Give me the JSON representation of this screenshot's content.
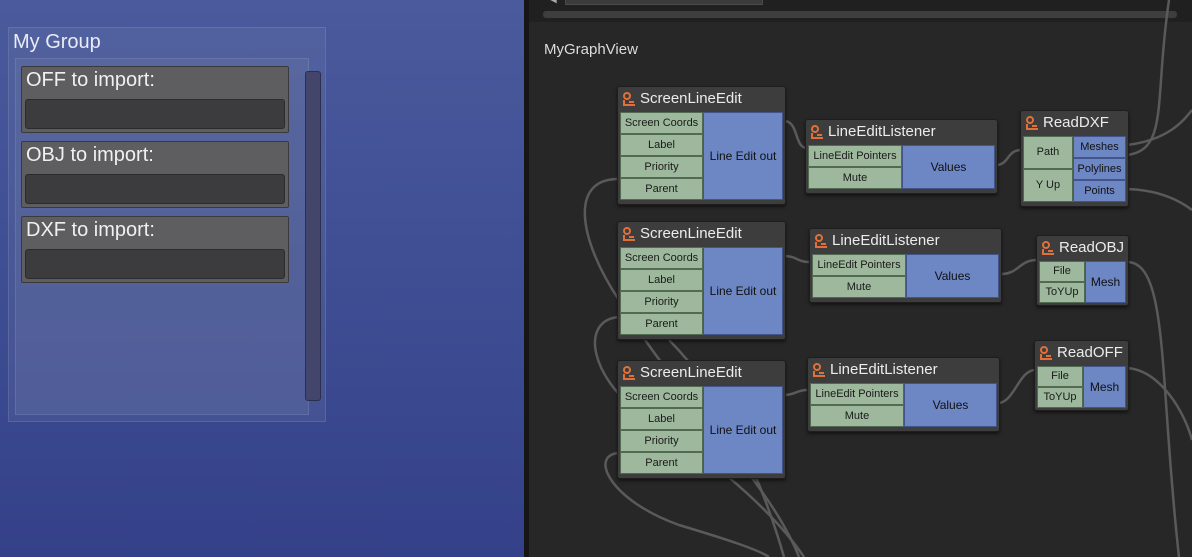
{
  "left_panel": {
    "group_title": "My Group",
    "fields": [
      {
        "label": "OFF to import:",
        "value": ""
      },
      {
        "label": "OBJ to import:",
        "value": ""
      },
      {
        "label": "DXF to import:",
        "value": ""
      }
    ]
  },
  "graph": {
    "title": "MyGraphView",
    "nodes": {
      "screen1": {
        "title": "ScreenLineEdit",
        "inputs": [
          "Screen Coords",
          "Label",
          "Priority",
          "Parent"
        ],
        "output": "Line Edit out"
      },
      "screen2": {
        "title": "ScreenLineEdit",
        "inputs": [
          "Screen Coords",
          "Label",
          "Priority",
          "Parent"
        ],
        "output": "Line Edit out"
      },
      "screen3": {
        "title": "ScreenLineEdit",
        "inputs": [
          "Screen Coords",
          "Label",
          "Priority",
          "Parent"
        ],
        "output": "Line Edit out"
      },
      "listener1": {
        "title": "LineEditListener",
        "inputs": [
          "LineEdit Pointers",
          "Mute"
        ],
        "output": "Values"
      },
      "listener2": {
        "title": "LineEditListener",
        "inputs": [
          "LineEdit Pointers",
          "Mute"
        ],
        "output": "Values"
      },
      "listener3": {
        "title": "LineEditListener",
        "inputs": [
          "LineEdit Pointers",
          "Mute"
        ],
        "output": "Values"
      },
      "readdxf": {
        "title": "ReadDXF",
        "inputs": [
          "Path",
          "Y Up"
        ],
        "outputs": [
          "Meshes",
          "Polylines",
          "Points"
        ]
      },
      "readobj": {
        "title": "ReadOBJ",
        "inputs": [
          "File",
          "ToYUp"
        ],
        "output": "Mesh"
      },
      "readoff": {
        "title": "ReadOFF",
        "inputs": [
          "File",
          "ToYUp"
        ],
        "output": "Mesh"
      }
    }
  },
  "colors": {
    "panel_bg": "#3f4e95",
    "graph_bg": "#272727",
    "input_port": "#9db89c",
    "output_port": "#6d86c4",
    "wire": "#5a5a5a",
    "node_icon": "#e0703a"
  },
  "icons": {
    "node": "node-person-icon"
  }
}
